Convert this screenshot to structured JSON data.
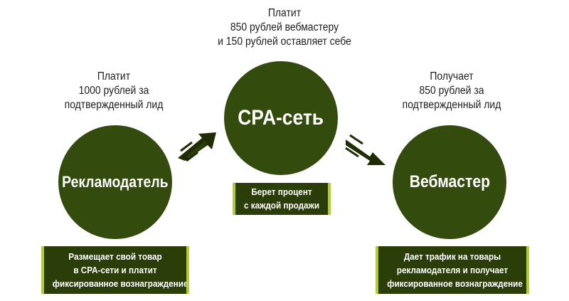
{
  "top_caption": {
    "line1": "Платит",
    "line2": "850 рублей вебмастеру",
    "line3": "и 150 рублей оставляет себе"
  },
  "advertiser": {
    "caption_line1": "Платит",
    "caption_line2": "1000 рублей за",
    "caption_line3": "подтвержденный лид",
    "label": "Рекламодатель",
    "note_line1": "Размещает свой товар",
    "note_line2": "в CPA-сети и платит",
    "note_line3": "фиксированное вознаграждение"
  },
  "cpa_network": {
    "label": "CPA-сеть",
    "note_line1": "Берет процент",
    "note_line2": "с каждой продажи"
  },
  "webmaster": {
    "caption_line1": "Получает",
    "caption_line2": "850 рублей за",
    "caption_line3": "подтвержденный лид",
    "label": "Вебмастер",
    "note_line1": "Дает трафик на товары",
    "note_line2": "рекламодателя и получает",
    "note_line3": "фиксированное вознаграждение"
  },
  "colors": {
    "circle": "#334b0c",
    "note_bg": "#2b3e09",
    "note_edge": "#c8e63a",
    "text": "#1e1e1e"
  }
}
